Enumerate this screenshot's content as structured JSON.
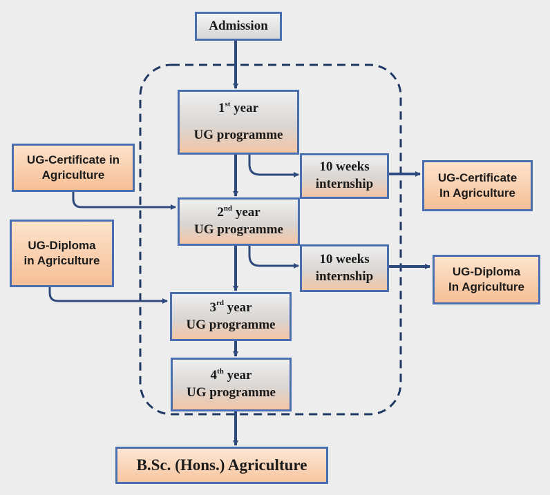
{
  "admission": "Admission",
  "years": [
    {
      "num": "1",
      "suffix": "st",
      "word": "year",
      "programme": "UG programme"
    },
    {
      "num": "2",
      "suffix": "nd",
      "word": "year",
      "programme": "UG programme"
    },
    {
      "num": "3",
      "suffix": "rd",
      "word": "year",
      "programme": "UG programme"
    },
    {
      "num": "4",
      "suffix": "th",
      "word": "year",
      "programme": "UG programme"
    }
  ],
  "entry_left": [
    {
      "line1": "UG-Certificate in",
      "line2": "Agriculture"
    },
    {
      "line1": "UG-Diploma",
      "line2": "in Agriculture"
    }
  ],
  "internships": [
    {
      "line1": "10 weeks",
      "line2": "internship"
    },
    {
      "line1": "10 weeks",
      "line2": "internship"
    }
  ],
  "exits_right": [
    {
      "line1": "UG-Certificate",
      "line2": "In Agriculture"
    },
    {
      "line1": "UG-Diploma",
      "line2": "In Agriculture"
    }
  ],
  "final_degree": "B.Sc. (Hons.) Agriculture",
  "colors": {
    "border": "#4a6fb0",
    "arrow": "#2e4a7d",
    "dashed_outline": "#1f3864",
    "peach": "#f6bf96",
    "background": "#ededed"
  }
}
